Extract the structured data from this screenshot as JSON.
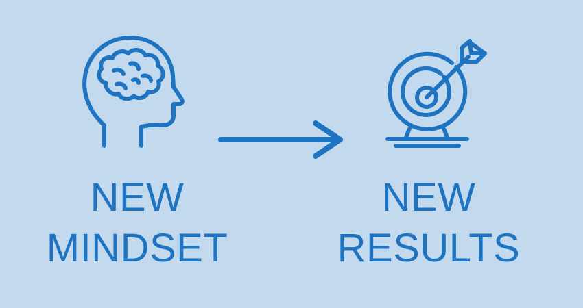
{
  "colors": {
    "background": "#c3daee",
    "accent": "#1f74c1"
  },
  "left": {
    "icon": "head-brain-icon",
    "line1": "NEW",
    "line2": "MINDSET"
  },
  "arrow": {
    "icon": "arrow-right-icon"
  },
  "right": {
    "icon": "target-arrow-icon",
    "line1": "NEW",
    "line2": "RESULTS"
  }
}
